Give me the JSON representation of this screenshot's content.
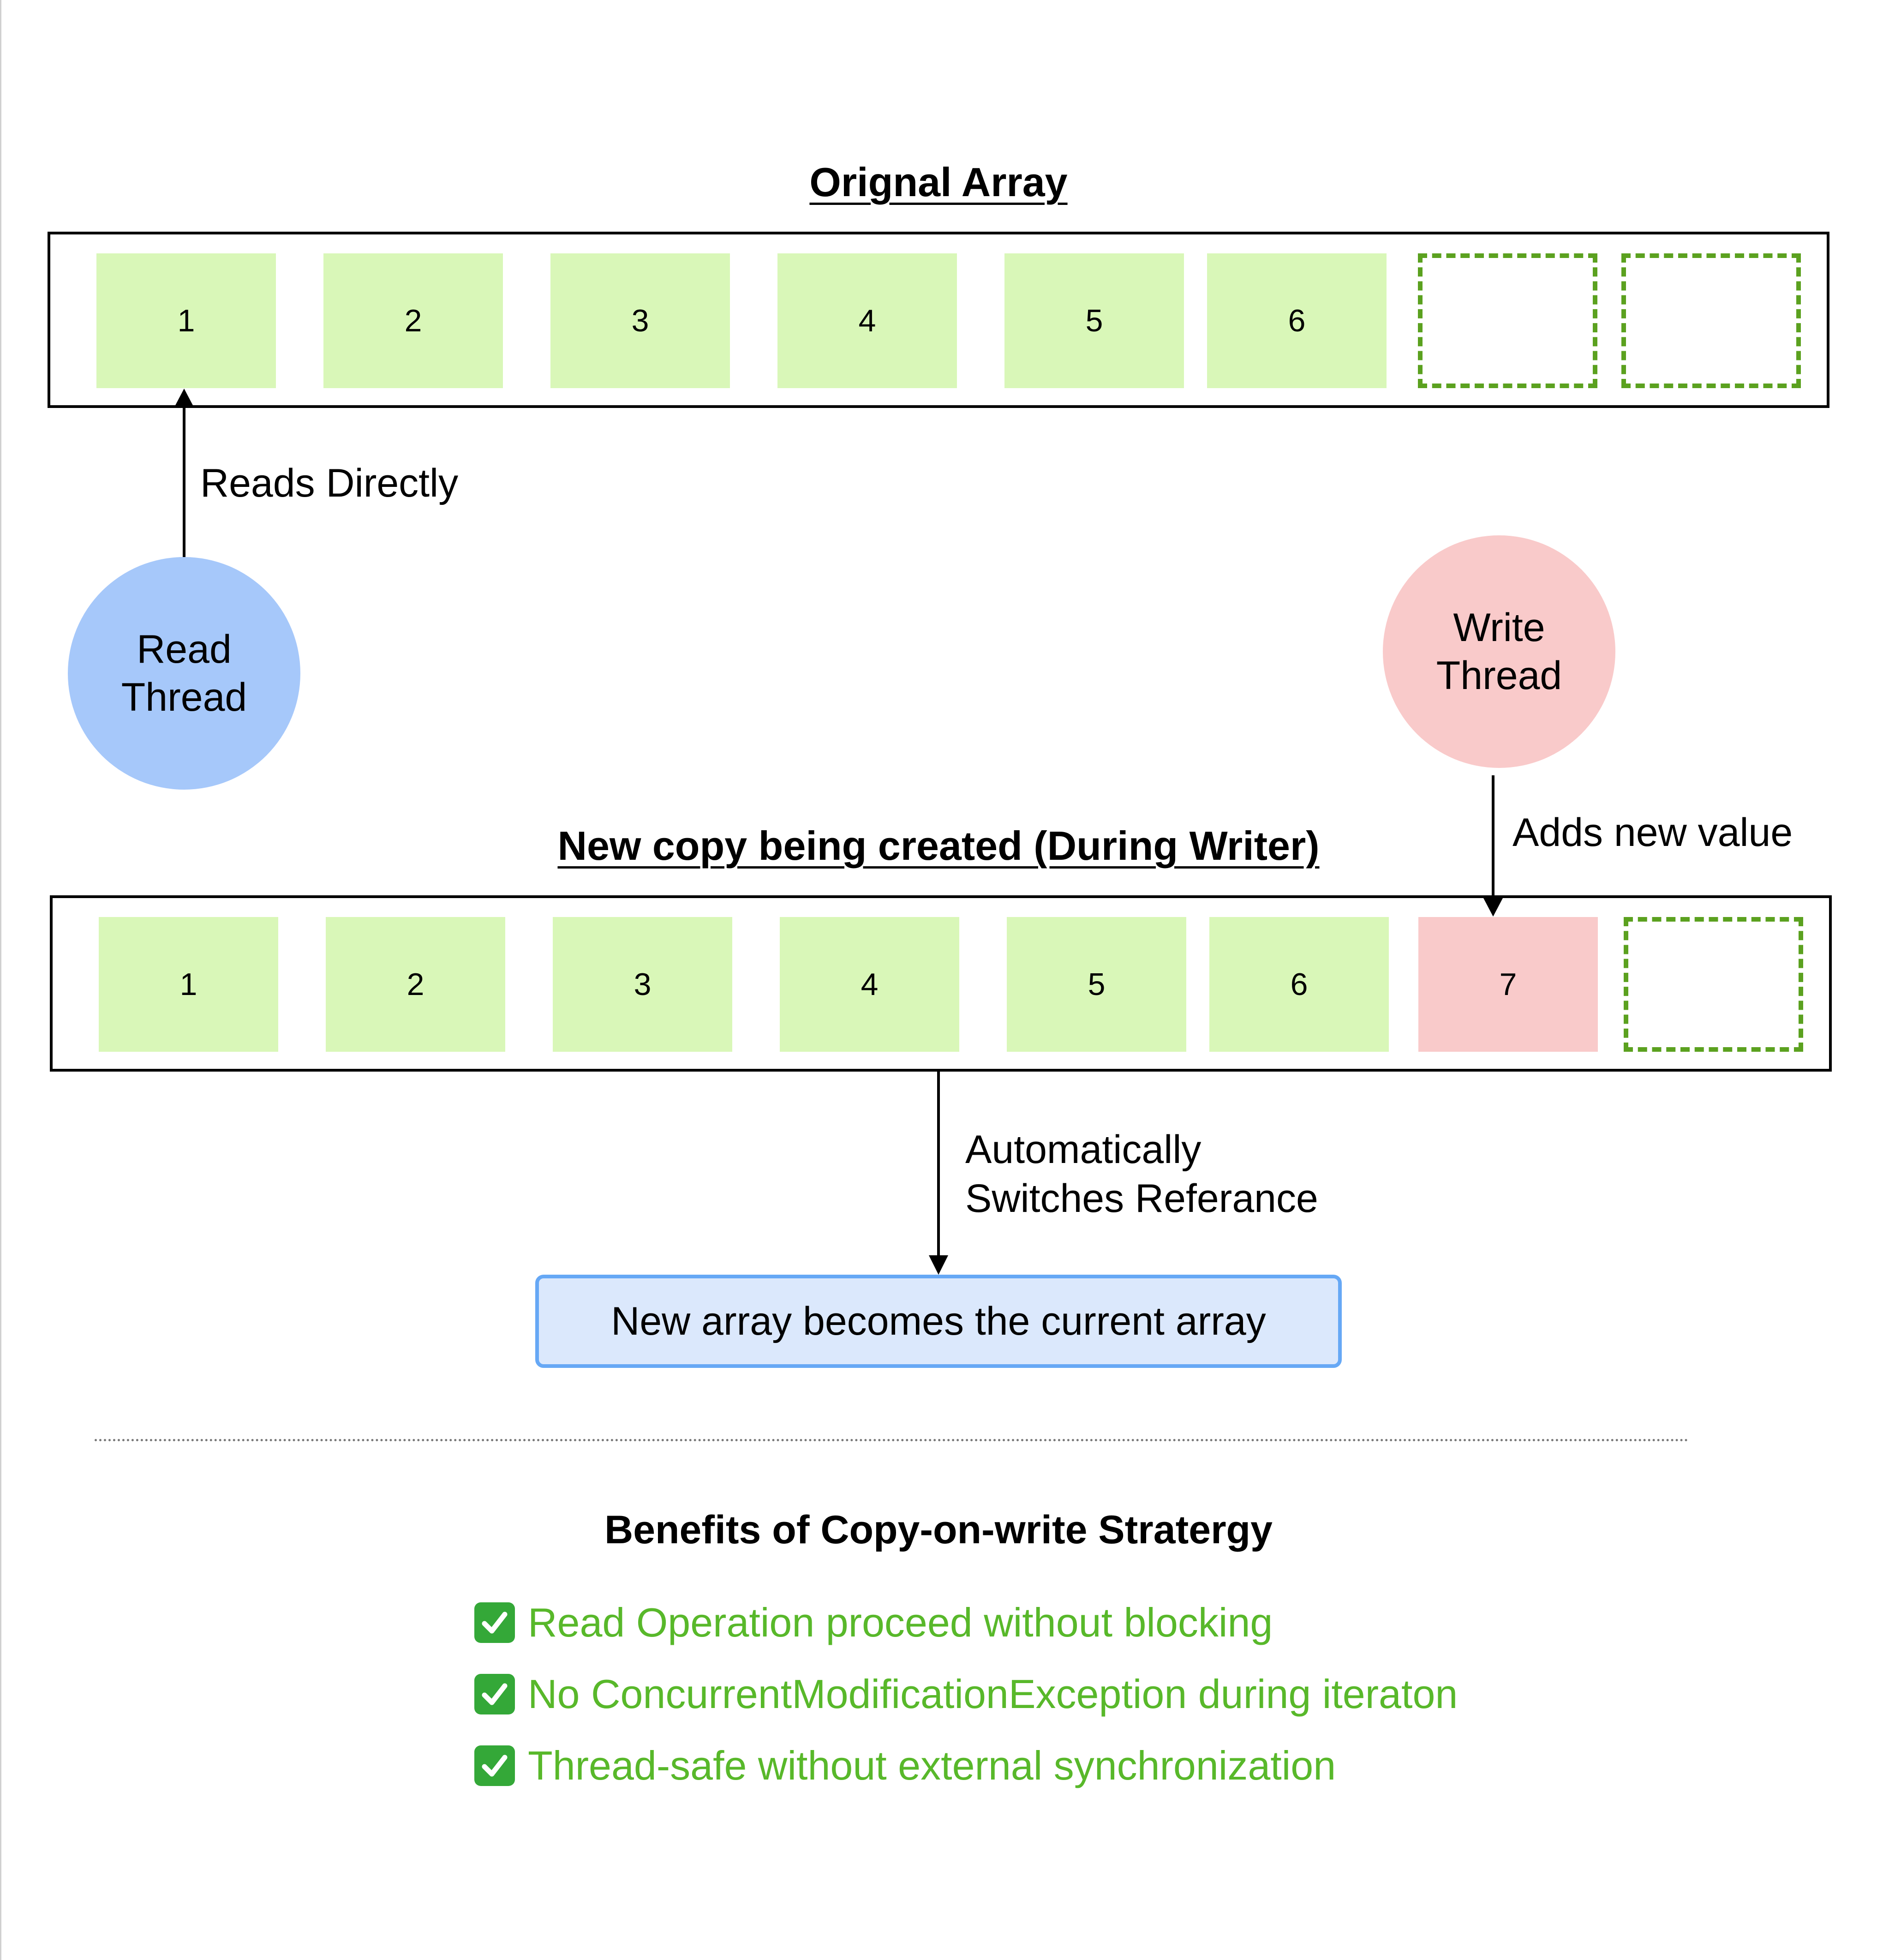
{
  "original_title": "Orignal  Array",
  "original_cells": [
    {
      "text": "1",
      "kind": "filled"
    },
    {
      "text": "2",
      "kind": "filled"
    },
    {
      "text": "3",
      "kind": "filled"
    },
    {
      "text": "4",
      "kind": "filled"
    },
    {
      "text": "5",
      "kind": "filled"
    },
    {
      "text": "6",
      "kind": "filled"
    },
    {
      "text": "",
      "kind": "empty"
    },
    {
      "text": "",
      "kind": "empty"
    }
  ],
  "read_thread": {
    "label": "Read\nThread",
    "color": "#a6c8fa"
  },
  "write_thread": {
    "label": "Write\nThread",
    "color": "#f9caca"
  },
  "reads_directly": "Reads Directly",
  "adds_new_value": "Adds new value",
  "copy_title": "New copy being created (During Writer)",
  "copy_cells": [
    {
      "text": "1",
      "kind": "filled"
    },
    {
      "text": "2",
      "kind": "filled"
    },
    {
      "text": "3",
      "kind": "filled"
    },
    {
      "text": "4",
      "kind": "filled"
    },
    {
      "text": "5",
      "kind": "filled"
    },
    {
      "text": "6",
      "kind": "filled"
    },
    {
      "text": "7",
      "kind": "new"
    },
    {
      "text": "",
      "kind": "empty"
    }
  ],
  "switch_label": {
    "line1": "Automatically",
    "line2": "Switches Referance"
  },
  "result_box": "New array becomes the current array",
  "benefits_title": "Benefits of Copy-on-write Stratergy",
  "benefits": [
    "Read Operation proceed without blocking",
    "No ConcurrentModificationException during iteraton",
    "Thread-safe without external synchronization"
  ],
  "colors": {
    "cell_fill": "#d9f7b8",
    "new_cell_fill": "#f9caca",
    "empty_dash": "#5ba11f",
    "result_fill": "#dbe8fc",
    "result_border": "#66a8f5",
    "benefit_text": "#58b82a"
  }
}
